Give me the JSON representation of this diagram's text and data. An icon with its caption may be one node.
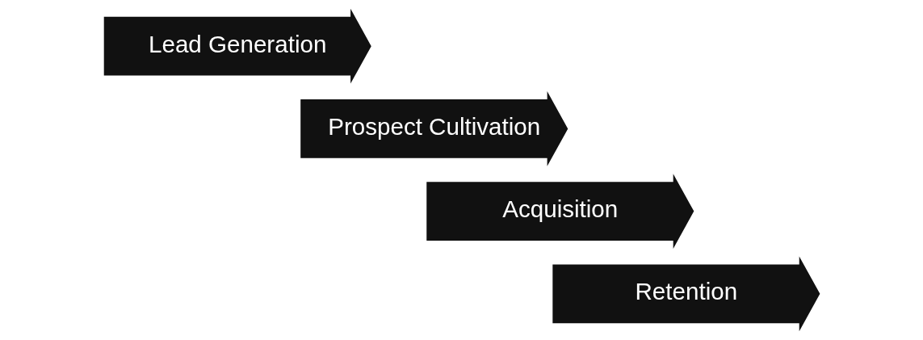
{
  "diagram": {
    "nodes": [
      {
        "text": [
          "Lead Generation"
        ]
      },
      {
        "text": [
          "Prospect Cultivation"
        ]
      },
      {
        "text": [
          "Acquisition"
        ]
      },
      {
        "text": [
          "Retention"
        ]
      }
    ]
  }
}
